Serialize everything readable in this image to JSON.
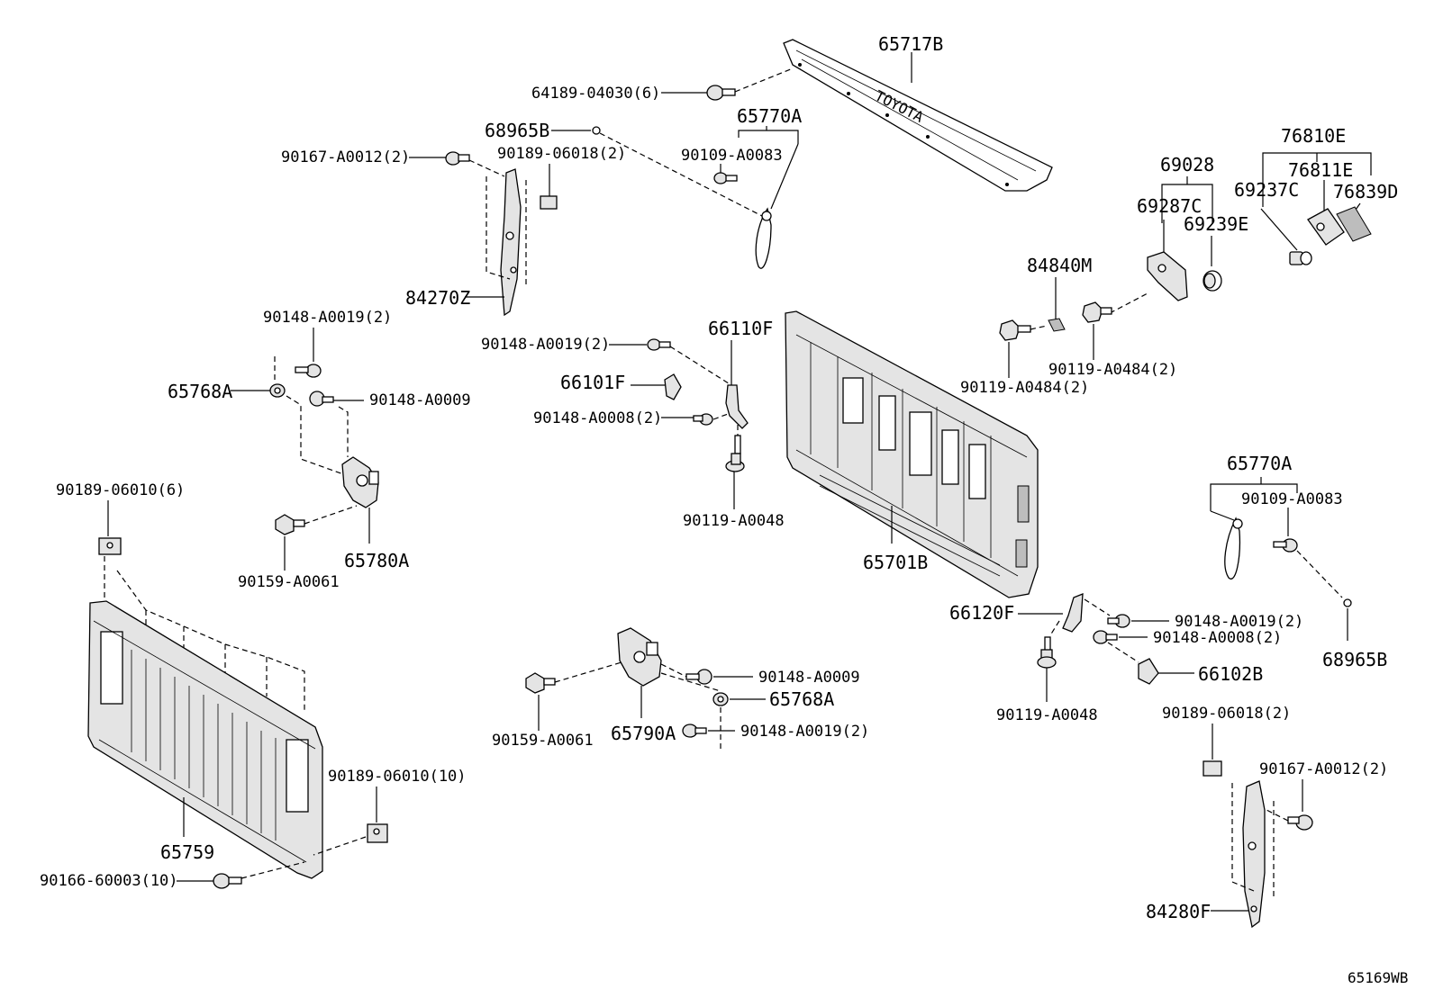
{
  "labels": {
    "l_65717b": "65717B",
    "l_64189_04030": "64189-04030(6)",
    "l_68965b_top": "68965B",
    "l_65770a_top": "65770A",
    "l_90167_a0012_left": "90167-A0012(2)",
    "l_90189_06018_top": "90189-06018(2)",
    "l_90109_a0083_top": "90109-A0083",
    "l_84270z": "84270Z",
    "l_76810e": "76810E",
    "l_76811e": "76811E",
    "l_69028": "69028",
    "l_69237c": "69237C",
    "l_76839d": "76839D",
    "l_69287c": "69287C",
    "l_69239e": "69239E",
    "l_84840m": "84840M",
    "l_90148_a0019_left": "90148-A0019(2)",
    "l_90148_a0019_mid": "90148-A0019(2)",
    "l_66110f": "66110F",
    "l_65768a_left": "65768A",
    "l_90148_a0009_left": "90148-A0009",
    "l_66101f": "66101F",
    "l_90148_a0008_mid": "90148-A0008(2)",
    "l_90119_a0484_right": "90119-A0484(2)",
    "l_90119_a0484_left": "90119-A0484(2)",
    "l_90119_a0048_mid": "90119-A0048",
    "l_65780a": "65780A",
    "l_90159_a0061_left": "90159-A0061",
    "l_90189_06010_6": "90189-06010(6)",
    "l_65701b": "65701B",
    "l_65770a_right": "65770A",
    "l_90109_a0083_right": "90109-A0083",
    "l_66120f": "66120F",
    "l_90148_a0019_right": "90148-A0019(2)",
    "l_90148_a0008_right": "90148-A0008(2)",
    "l_68965b_right": "68965B",
    "l_66102b": "66102B",
    "l_90119_a0048_right": "90119-A0048",
    "l_90148_a0009_bottom": "90148-A0009",
    "l_65768a_bottom": "65768A",
    "l_65790a": "65790A",
    "l_90148_a0019_bottom": "90148-A0019(2)",
    "l_90159_a0061_bottom": "90159-A0061",
    "l_90189_06018_right": "90189-06018(2)",
    "l_90167_a0012_right": "90167-A0012(2)",
    "l_90189_06010_10": "90189-06010(10)",
    "l_65759": "65759",
    "l_90166_60003": "90166-60003(10)",
    "l_84280f": "84280F",
    "l_diagram_code": "65169WB"
  }
}
